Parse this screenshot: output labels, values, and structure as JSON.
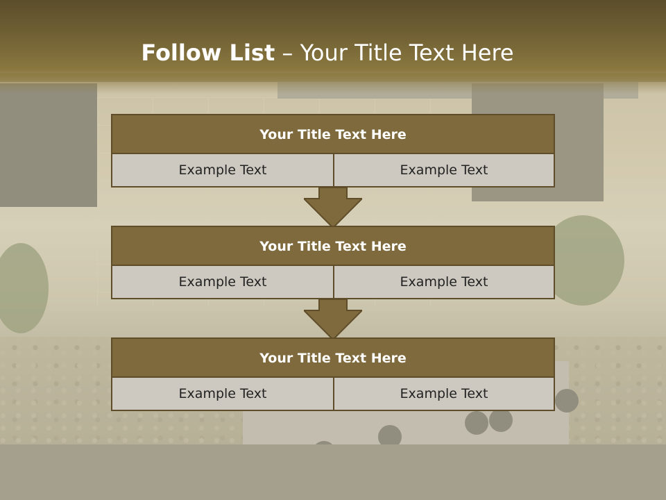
{
  "slide": {
    "title_bold": "Follow List",
    "title_rest": " – Your Title Text Here"
  },
  "steps": [
    {
      "title": "Your Title Text Here",
      "left": "Example Text",
      "right": "Example Text"
    },
    {
      "title": "Your Title Text Here",
      "left": "Example Text",
      "right": "Example Text"
    },
    {
      "title": "Your Title Text Here",
      "left": "Example Text",
      "right": "Example Text"
    }
  ],
  "colors": {
    "header_fill": "#7e6a3c",
    "border": "#5f4d2a",
    "cell_fill": "#cdc9c0",
    "title_band": "#6f5f33"
  }
}
